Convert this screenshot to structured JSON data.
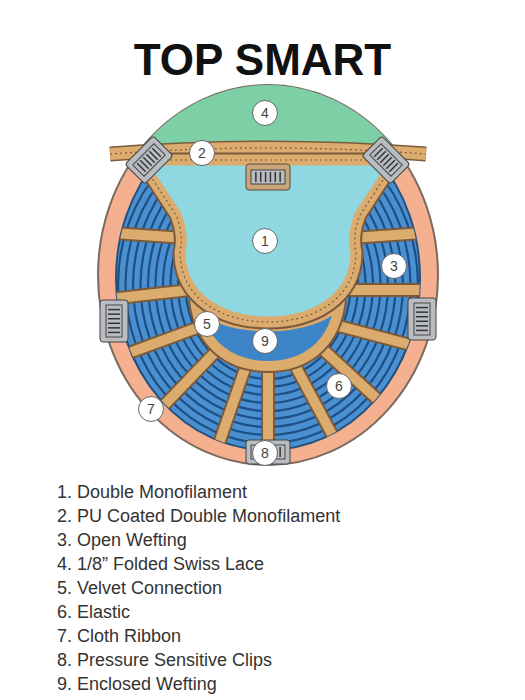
{
  "diagram": {
    "title": "TOP SMART",
    "nodes": [
      {
        "text": [
          "4"
        ]
      },
      {
        "text": [
          "2"
        ]
      },
      {
        "text": [
          "1"
        ]
      },
      {
        "text": [
          "3"
        ]
      },
      {
        "text": [
          "5"
        ]
      },
      {
        "text": [
          "9"
        ]
      },
      {
        "text": [
          "6"
        ]
      },
      {
        "text": [
          "7"
        ]
      },
      {
        "text": [
          "8"
        ]
      }
    ],
    "labels": [
      "1. Double Monofilament",
      "2. PU Coated Double Monofilament",
      "3. Open Wefting",
      "4. 1/8” Folded Swiss Lace",
      "5. Velvet Connection",
      "6. Elastic",
      "7. Cloth Ribbon",
      "8. Pressure Sensitive Clips",
      "9. Enclosed Wefting"
    ]
  }
}
